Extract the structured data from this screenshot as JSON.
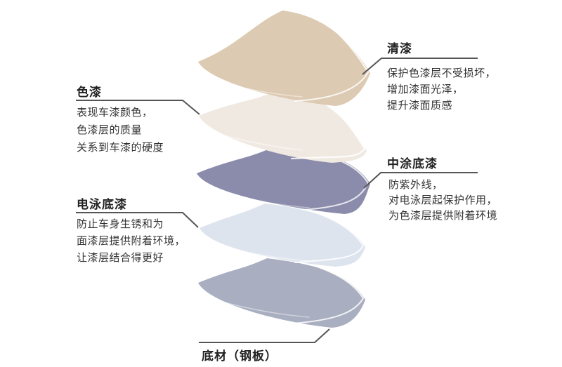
{
  "diagram": {
    "subject": "car-paint-layer-structure",
    "background_color": "#ffffff",
    "leader_line_color": "#555555",
    "highlight_color": "#ffffff",
    "text_color": "#333333",
    "layers": [
      {
        "name": "清漆",
        "color": "#ddcab2",
        "desc": [
          "保护色漆层不受损坏，",
          "增加漆面光泽，",
          "提升漆面质感"
        ]
      },
      {
        "name": "色漆",
        "color": "#f0e9e2",
        "desc": [
          "表现车漆颜色，",
          "色漆层的质量",
          "关系到车漆的硬度"
        ]
      },
      {
        "name": "中涂底漆",
        "color": "#8b8cab",
        "desc": [
          "防紫外线，",
          "对电泳层起保护作用，",
          "为色漆层提供附着环境"
        ]
      },
      {
        "name": "电泳底漆",
        "color": "#dde4ee",
        "desc": [
          "防止车身生锈和为",
          "面漆层提供附着环境，",
          "让漆层结合得更好"
        ]
      },
      {
        "name": "底材（钢板）",
        "color": "#a9aec0",
        "desc": []
      }
    ]
  }
}
